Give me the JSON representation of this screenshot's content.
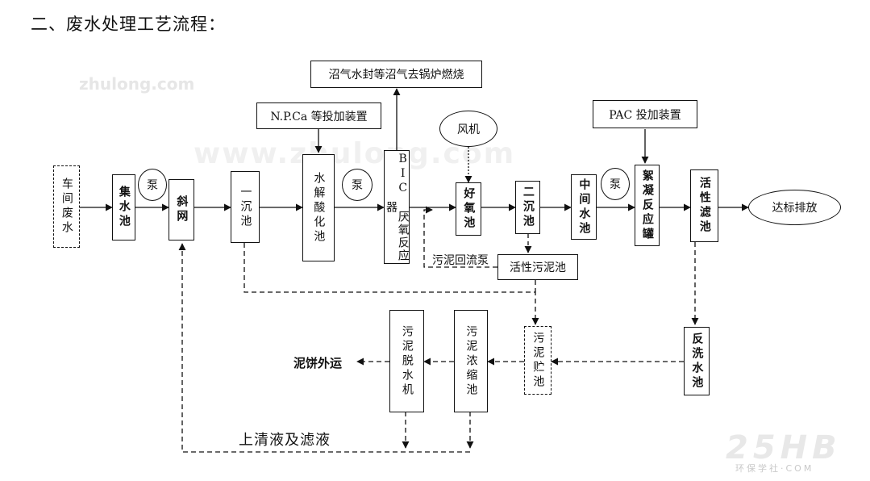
{
  "title": "二、废水处理工艺流程：",
  "watermarks": {
    "site": "zhulong.com",
    "center": "www.zhulong.com",
    "logo": "25HB",
    "logo_sub": "环保学社·COM"
  },
  "nodes": {
    "workshop": "车间废水",
    "collect": "集水池",
    "pump1": "泵",
    "screen": "斜网",
    "primary": "一沉池",
    "npca": "N.P.Ca 等投加装置",
    "hydrolysis": "水解酸化池",
    "pump2": "泵",
    "biogas": "沼气水封等沼气去锅炉燃烧",
    "bic": "BIC 厌氧反应器",
    "blower": "风机",
    "aerobic": "好氧池",
    "secondary": "二沉池",
    "middle": "中间水池",
    "pump3": "泵",
    "pac": "PAC 投加装置",
    "floc": "絮凝反应罐",
    "filter": "活性滤池",
    "discharge": "达标排放",
    "return_pump": "污泥回流泵",
    "sludge_tank": "活性污泥池",
    "sludge_store": "污泥贮池",
    "thickener": "污泥浓缩池",
    "dewater": "污泥脱水机",
    "cake_out": "泥饼外运",
    "backwash": "反洗水池",
    "supernatant": "上清液及滤液"
  }
}
